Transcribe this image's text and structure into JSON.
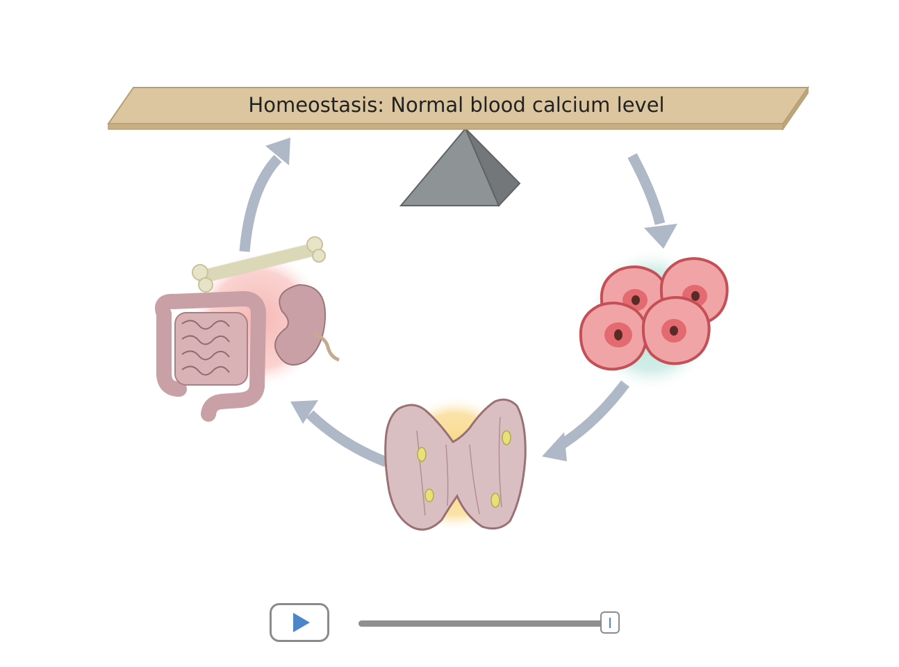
{
  "diagram": {
    "beam_label": "Homeostasis: Normal blood calcium level",
    "cycle_nodes": [
      {
        "name": "parathyroid-gland",
        "icon": "thyroid-gland-icon"
      },
      {
        "name": "target-organs",
        "icon": "bone-intestine-kidney-icon"
      },
      {
        "name": "blood-cells",
        "icon": "cells-icon"
      }
    ],
    "colors": {
      "beam": "#dcc6a0",
      "fulcrum": "#8e9396",
      "arrow": "#aeb8c6",
      "target_glow": "#f6b3b0",
      "cells_glow": "#a9dcd2",
      "thyroid_glow": "#f8d277"
    }
  },
  "player": {
    "play_icon": "play-icon",
    "progress": 1.0,
    "accent": "#4a86c8"
  }
}
